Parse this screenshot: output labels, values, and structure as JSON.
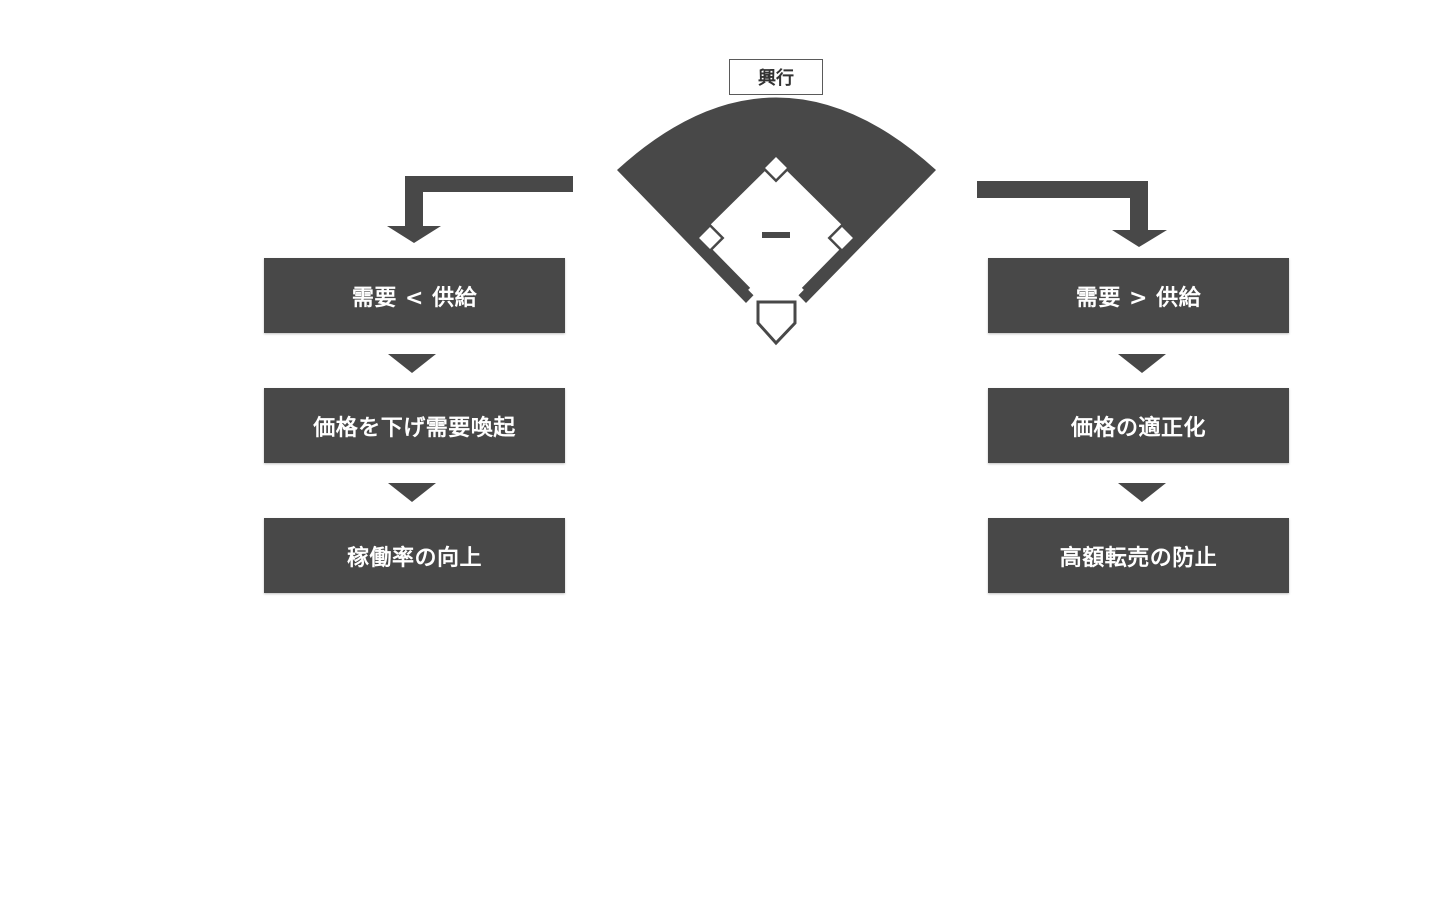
{
  "diagram": {
    "top_label": "興行",
    "left_column": {
      "steps": [
        "需要 < 供給",
        "価格を下げ需要喚起",
        "稼働率の向上"
      ]
    },
    "right_column": {
      "steps": [
        "需要 > 供給",
        "価格の適正化",
        "高額転売の防止"
      ]
    },
    "colors": {
      "box_fill": "#484848",
      "field_fill": "#484848",
      "arrow_fill": "#484848",
      "text_light": "#ffffff",
      "background": "#ffffff"
    },
    "icons": [
      "baseball-diamond-icon",
      "bent-arrow-left-icon",
      "bent-arrow-right-icon",
      "down-chevron-icon"
    ]
  }
}
